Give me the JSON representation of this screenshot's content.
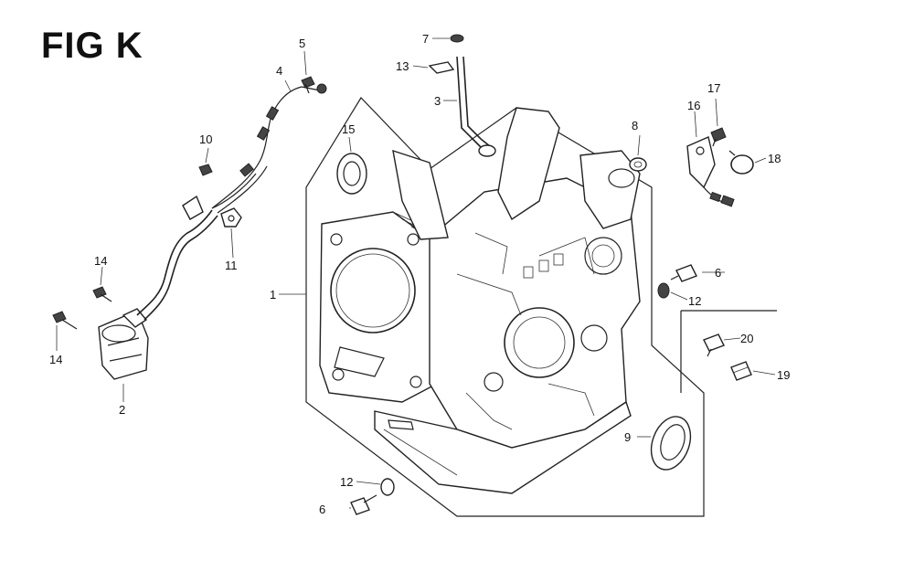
{
  "figure": {
    "title": "FIG K",
    "callouts": [
      {
        "id": "c1",
        "text": "1"
      },
      {
        "id": "c2",
        "text": "2"
      },
      {
        "id": "c3",
        "text": "3"
      },
      {
        "id": "c4",
        "text": "4"
      },
      {
        "id": "c5",
        "text": "5"
      },
      {
        "id": "c6a",
        "text": "6"
      },
      {
        "id": "c6b",
        "text": "6"
      },
      {
        "id": "c7",
        "text": "7"
      },
      {
        "id": "c8",
        "text": "8"
      },
      {
        "id": "c9",
        "text": "9"
      },
      {
        "id": "c10",
        "text": "10"
      },
      {
        "id": "c11",
        "text": "11"
      },
      {
        "id": "c12a",
        "text": "12"
      },
      {
        "id": "c12b",
        "text": "12"
      },
      {
        "id": "c13",
        "text": "13"
      },
      {
        "id": "c14a",
        "text": "14"
      },
      {
        "id": "c14b",
        "text": "14"
      },
      {
        "id": "c15",
        "text": "15"
      },
      {
        "id": "c16",
        "text": "16"
      },
      {
        "id": "c17",
        "text": "17"
      },
      {
        "id": "c18",
        "text": "18"
      },
      {
        "id": "c19",
        "text": "19"
      },
      {
        "id": "c20",
        "text": "20"
      }
    ]
  }
}
